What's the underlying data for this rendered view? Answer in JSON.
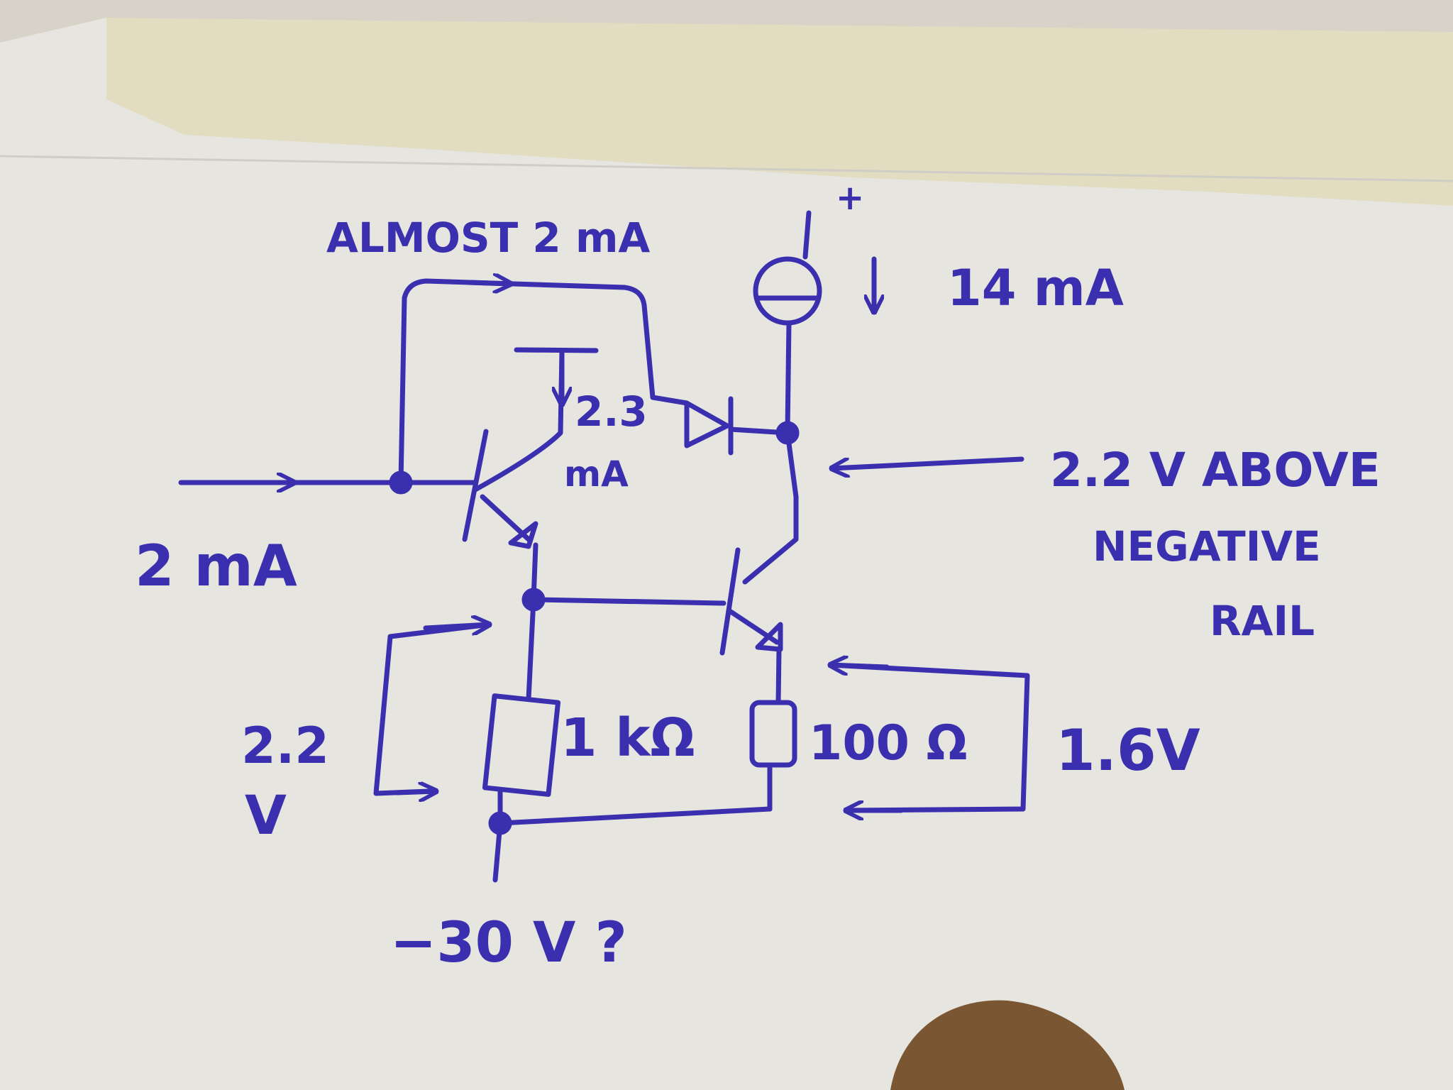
{
  "colors": {
    "ink": "#3a2fae",
    "paper": "#e9e8e2",
    "torn_paper": "#e4dfc6",
    "wood_background": "#8a6a48"
  },
  "labels": {
    "almost_2ma": "ALMOST 2 mA",
    "supply_plus": "+",
    "current_14ma": "14 mA",
    "current_2_3": "2.3",
    "current_2_3_unit": "mA",
    "input_current": "2 mA",
    "node_voltage_line1": "2.2 V ABOVE",
    "node_voltage_line2": "NEGATIVE",
    "node_voltage_line3": "RAIL",
    "vr1_value": "2.2",
    "vr1_unit": "V",
    "r1_value": "1 kΩ",
    "r2_value": "100 Ω",
    "vr2_value": "1.6V",
    "negative_rail": "−30 V ?"
  }
}
